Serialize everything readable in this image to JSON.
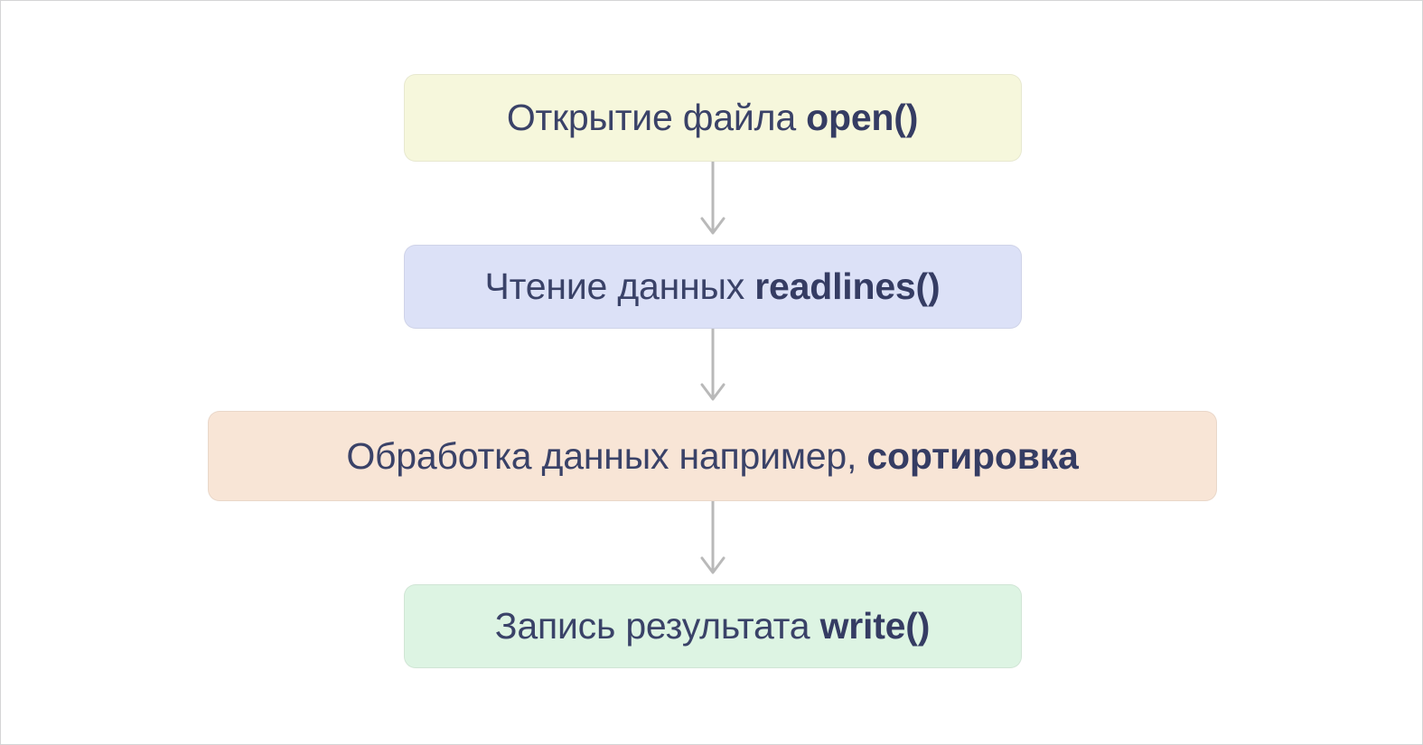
{
  "page": {
    "background": "#ffffff",
    "border_color": "#d4d4d6",
    "text_color": "#3a4268"
  },
  "diagram": {
    "type": "flowchart",
    "orientation": "vertical",
    "arrow_color": "#b9b9b9",
    "nodes": [
      {
        "id": "open",
        "text_plain": "Открытие файла open()",
        "text_regular": "Открытие файла ",
        "text_bold": "open()",
        "fill": "#f6f7dc",
        "name": "flow-node-open"
      },
      {
        "id": "read",
        "text_plain": "Чтение данных readlines()",
        "text_regular": "Чтение данных ",
        "text_bold": "readlines()",
        "fill": "#dce1f7",
        "name": "flow-node-read"
      },
      {
        "id": "process",
        "text_plain": "Обработка данных например, сортировка",
        "text_regular": "Обработка данных например, ",
        "text_bold": "сортировка",
        "fill": "#f8e5d6",
        "name": "flow-node-process"
      },
      {
        "id": "write",
        "text_plain": "Запись результата write()",
        "text_regular": "Запись результата ",
        "text_bold": "write()",
        "fill": "#ddf4e3",
        "name": "flow-node-write"
      }
    ],
    "connectors": [
      {
        "from": "open",
        "to": "read",
        "icon": "arrow-down-icon"
      },
      {
        "from": "read",
        "to": "process",
        "icon": "arrow-down-icon"
      },
      {
        "from": "process",
        "to": "write",
        "icon": "arrow-down-icon"
      }
    ]
  }
}
